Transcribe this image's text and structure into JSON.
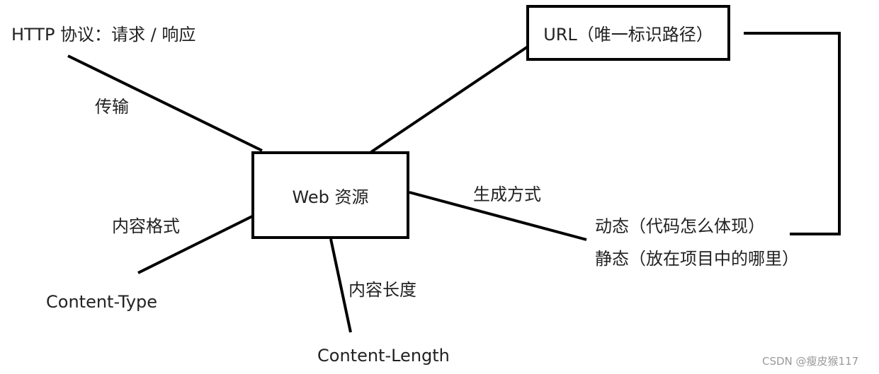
{
  "nodes": {
    "web_resource": "Web 资源",
    "url": "URL（唯一标识路径）",
    "http": "HTTP 协议：请求 / 响应",
    "dynamic": "动态（代码怎么体现）",
    "static": "静态（放在项目中的哪里）",
    "content_type": "Content-Type",
    "content_length": "Content-Length"
  },
  "edges": {
    "transport": "传输",
    "generation": "生成方式",
    "content_format": "内容格式",
    "content_length": "内容长度"
  },
  "watermark": "CSDN @瘦皮猴117",
  "colors": {
    "stroke": "#000000",
    "text": "#222222",
    "watermark": "#9a9a9a"
  }
}
